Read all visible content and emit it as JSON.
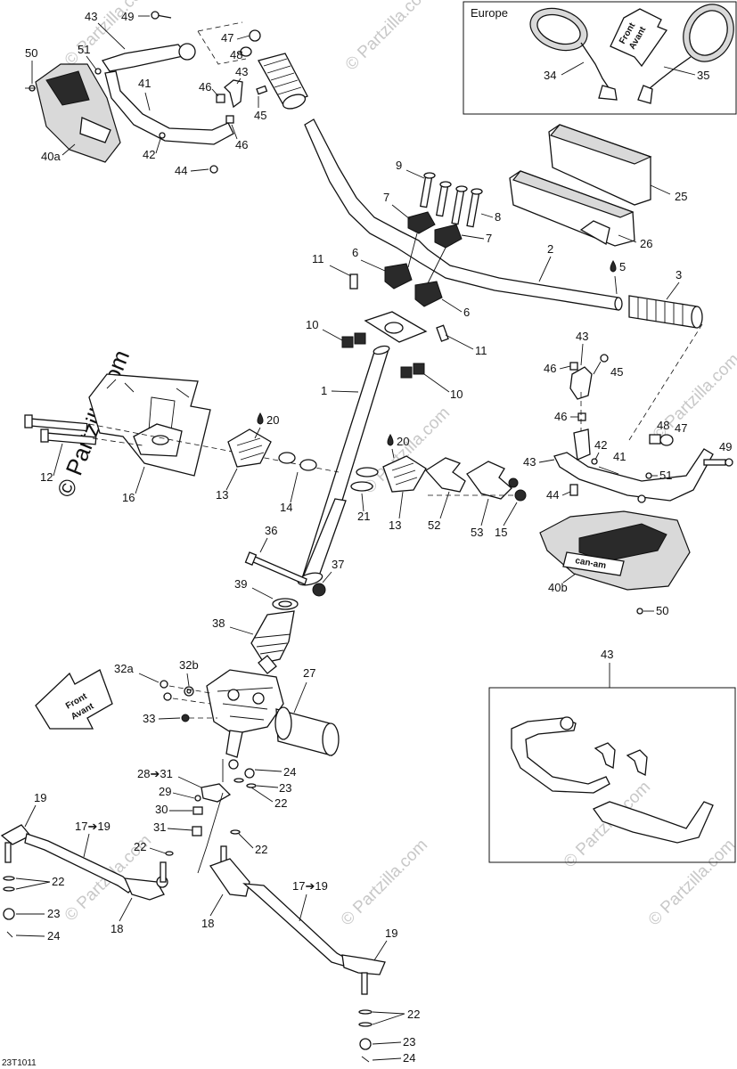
{
  "watermark": {
    "text": "© Partzilla.com",
    "text_large": "© Partzilla.com"
  },
  "footer_code": "23T1011",
  "europe_box": {
    "title": "Europe"
  },
  "front_arrows": {
    "top": {
      "line1": "Front",
      "line2": "Avant"
    },
    "bottom": {
      "line1": "Front",
      "line2": "Avant"
    }
  },
  "shield_brand": {
    "text": "can-am"
  },
  "glue_icon": "droplet-icon",
  "callouts": {
    "c43a": "43",
    "c49a": "49",
    "c50a": "50",
    "c51a": "51",
    "c47a": "47",
    "c48a": "48",
    "c43b": "43",
    "c41a": "41",
    "c46a": "46",
    "c45a": "45",
    "c46b": "46",
    "c42a": "42",
    "c44a": "44",
    "c40a": "40a",
    "c34": "34",
    "c35": "35",
    "c9": "9",
    "c7a": "7",
    "c8": "8",
    "c7b": "7",
    "c25": "25",
    "c26": "26",
    "c2": "2",
    "c3": "3",
    "c5": "5",
    "c6a": "6",
    "c6b": "6",
    "c11a": "11",
    "c11b": "11",
    "c10a": "10",
    "c10b": "10",
    "c1": "1",
    "c43c": "43",
    "c46c": "46",
    "c45b": "45",
    "c46d": "46",
    "c48b": "48",
    "c47b": "47",
    "c49b": "49",
    "c42b": "42",
    "c41b": "41",
    "c43d": "43",
    "c51b": "51",
    "c44b": "44",
    "c40b": "40b",
    "c50b": "50",
    "c20a": "20",
    "c20b": "20",
    "c12": "12",
    "c16": "16",
    "c13a": "13",
    "c14": "14",
    "c21": "21",
    "c13b": "13",
    "c52": "52",
    "c53": "53",
    "c15": "15",
    "c36": "36",
    "c37": "37",
    "c39": "39",
    "c38": "38",
    "c27": "27",
    "c32a": "32a",
    "c32b": "32b",
    "c33": "33",
    "c28_31": "28➔31",
    "c24a": "24",
    "c29": "29",
    "c23a": "23",
    "c22a": "22",
    "c30": "30",
    "c31": "31",
    "c22b": "22",
    "c22c": "22",
    "c19a": "19",
    "c17_19a": "17➔19",
    "c22d": "22",
    "c23b": "23",
    "c24b": "24",
    "c18a": "18",
    "c18b": "18",
    "c17_19b": "17➔19",
    "c19b": "19",
    "c22e": "22",
    "c23c": "23",
    "c24c": "24",
    "c43e": "43"
  }
}
